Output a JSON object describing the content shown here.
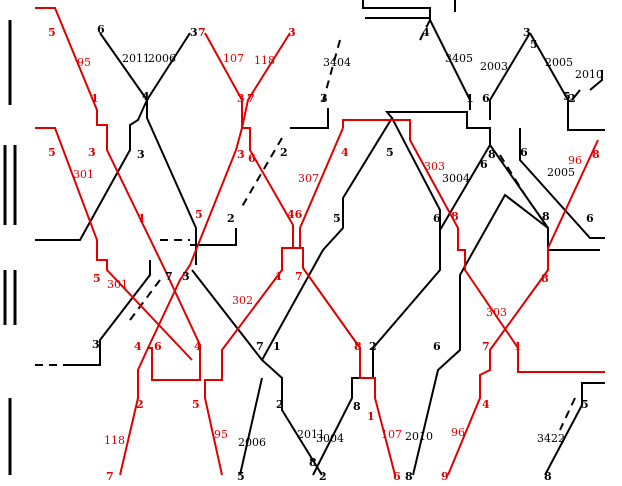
{
  "colors": {
    "red": "#e00000",
    "black": "#000000"
  },
  "labels": [
    {
      "id": "n5a",
      "text": "5",
      "color": "red"
    },
    {
      "id": "n6a",
      "text": "6",
      "color": "black"
    },
    {
      "id": "n3a",
      "text": "3",
      "color": "black"
    },
    {
      "id": "n7a",
      "text": "7",
      "color": "red"
    },
    {
      "id": "n3b",
      "text": "3",
      "color": "red"
    },
    {
      "id": "n4a",
      "text": "4",
      "color": "black"
    },
    {
      "id": "n3c",
      "text": "3",
      "color": "black"
    },
    {
      "id": "n5b",
      "text": "5",
      "color": "black"
    },
    {
      "id": "s95a",
      "text": "95",
      "color": "red"
    },
    {
      "id": "s2011a",
      "text": "2011",
      "color": "black"
    },
    {
      "id": "s2006a",
      "text": "2006",
      "color": "black"
    },
    {
      "id": "s107a",
      "text": "107",
      "color": "red"
    },
    {
      "id": "s118a",
      "text": "118",
      "color": "red"
    },
    {
      "id": "s3404",
      "text": "3404",
      "color": "black"
    },
    {
      "id": "s3405",
      "text": "3405",
      "color": "black"
    },
    {
      "id": "s2003",
      "text": "2003",
      "color": "black"
    },
    {
      "id": "s2005a",
      "text": "2005",
      "color": "black"
    },
    {
      "id": "s2010a",
      "text": "2010",
      "color": "black"
    },
    {
      "id": "n1a",
      "text": "1",
      "color": "red"
    },
    {
      "id": "n4b",
      "text": "4",
      "color": "black"
    },
    {
      "id": "n3d",
      "text": "3",
      "color": "red"
    },
    {
      "id": "n7b",
      "text": "7",
      "color": "red"
    },
    {
      "id": "n3e",
      "text": "3",
      "color": "black"
    },
    {
      "id": "n1b",
      "text": "1",
      "color": "black"
    },
    {
      "id": "n6b",
      "text": "6",
      "color": "black"
    },
    {
      "id": "n2a",
      "text": "2",
      "color": "black"
    },
    {
      "id": "n5c",
      "text": "5",
      "color": "black"
    },
    {
      "id": "n5d",
      "text": "5",
      "color": "red"
    },
    {
      "id": "n3f",
      "text": "3",
      "color": "red"
    },
    {
      "id": "n3g",
      "text": "3",
      "color": "black"
    },
    {
      "id": "n3h",
      "text": "3",
      "color": "red"
    },
    {
      "id": "n6c",
      "text": "6",
      "color": "red"
    },
    {
      "id": "n2b",
      "text": "2",
      "color": "black"
    },
    {
      "id": "n4c",
      "text": "4",
      "color": "red"
    },
    {
      "id": "n5e",
      "text": "5",
      "color": "black"
    },
    {
      "id": "s303a",
      "text": "303",
      "color": "red"
    },
    {
      "id": "n8a",
      "text": "8",
      "color": "black"
    },
    {
      "id": "n6d",
      "text": "6",
      "color": "black"
    },
    {
      "id": "s96a",
      "text": "96",
      "color": "red"
    },
    {
      "id": "n8b",
      "text": "8",
      "color": "red"
    },
    {
      "id": "s301a",
      "text": "301",
      "color": "red"
    },
    {
      "id": "s307",
      "text": "307",
      "color": "red"
    },
    {
      "id": "s3004a",
      "text": "3004",
      "color": "black"
    },
    {
      "id": "n6e",
      "text": "6",
      "color": "black"
    },
    {
      "id": "s2005b",
      "text": "2005",
      "color": "black"
    },
    {
      "id": "n1c",
      "text": "1",
      "color": "red"
    },
    {
      "id": "n5f",
      "text": "5",
      "color": "red"
    },
    {
      "id": "n2c",
      "text": "2",
      "color": "black"
    },
    {
      "id": "n46",
      "text": "46",
      "color": "red"
    },
    {
      "id": "n5g",
      "text": "5",
      "color": "black"
    },
    {
      "id": "n6f",
      "text": "6",
      "color": "black"
    },
    {
      "id": "n8c",
      "text": "8",
      "color": "red"
    },
    {
      "id": "n8d",
      "text": "8",
      "color": "black"
    },
    {
      "id": "n6g",
      "text": "6",
      "color": "black"
    },
    {
      "id": "n5h",
      "text": "5",
      "color": "red"
    },
    {
      "id": "s301b",
      "text": "301",
      "color": "red"
    },
    {
      "id": "n7c",
      "text": "7",
      "color": "black"
    },
    {
      "id": "n3i",
      "text": "3",
      "color": "black"
    },
    {
      "id": "n1d",
      "text": "1",
      "color": "red"
    },
    {
      "id": "n7d",
      "text": "7",
      "color": "red"
    },
    {
      "id": "n8e",
      "text": "8",
      "color": "red"
    },
    {
      "id": "s302",
      "text": "302",
      "color": "red"
    },
    {
      "id": "s303b",
      "text": "303",
      "color": "red"
    },
    {
      "id": "n3j",
      "text": "3",
      "color": "black"
    },
    {
      "id": "n4d",
      "text": "4",
      "color": "red"
    },
    {
      "id": "n6h",
      "text": "6",
      "color": "red"
    },
    {
      "id": "n4e",
      "text": "4",
      "color": "red"
    },
    {
      "id": "n7e",
      "text": "7",
      "color": "black"
    },
    {
      "id": "n1e",
      "text": "1",
      "color": "black"
    },
    {
      "id": "n8f",
      "text": "8",
      "color": "red"
    },
    {
      "id": "n2d",
      "text": "2",
      "color": "black"
    },
    {
      "id": "n6i",
      "text": "6",
      "color": "black"
    },
    {
      "id": "n7f",
      "text": "7",
      "color": "red"
    },
    {
      "id": "n1f",
      "text": "1",
      "color": "red"
    },
    {
      "id": "n2e",
      "text": "2",
      "color": "red"
    },
    {
      "id": "n5i",
      "text": "5",
      "color": "red"
    },
    {
      "id": "n2f",
      "text": "2",
      "color": "black"
    },
    {
      "id": "n8g",
      "text": "8",
      "color": "black"
    },
    {
      "id": "n1g",
      "text": "1",
      "color": "red"
    },
    {
      "id": "n4f",
      "text": "4",
      "color": "red"
    },
    {
      "id": "n5j",
      "text": "5",
      "color": "black"
    },
    {
      "id": "s118b",
      "text": "118",
      "color": "red"
    },
    {
      "id": "s95b",
      "text": "95",
      "color": "red"
    },
    {
      "id": "s2006b",
      "text": "2006",
      "color": "black"
    },
    {
      "id": "s2011b",
      "text": "2011",
      "color": "black"
    },
    {
      "id": "s3004b",
      "text": "3004",
      "color": "black"
    },
    {
      "id": "s107b",
      "text": "107",
      "color": "red"
    },
    {
      "id": "s2010b",
      "text": "2010",
      "color": "black"
    },
    {
      "id": "s96b",
      "text": "96",
      "color": "red"
    },
    {
      "id": "s3422",
      "text": "3422",
      "color": "black"
    },
    {
      "id": "n7g",
      "text": "7",
      "color": "red"
    },
    {
      "id": "n5k",
      "text": "5",
      "color": "black"
    },
    {
      "id": "n8h",
      "text": "8",
      "color": "black"
    },
    {
      "id": "n2g",
      "text": "2",
      "color": "black"
    },
    {
      "id": "n6j",
      "text": "6",
      "color": "red"
    },
    {
      "id": "n8i",
      "text": "8",
      "color": "black"
    },
    {
      "id": "n9",
      "text": "9",
      "color": "red"
    },
    {
      "id": "n8j",
      "text": "8",
      "color": "black"
    }
  ]
}
